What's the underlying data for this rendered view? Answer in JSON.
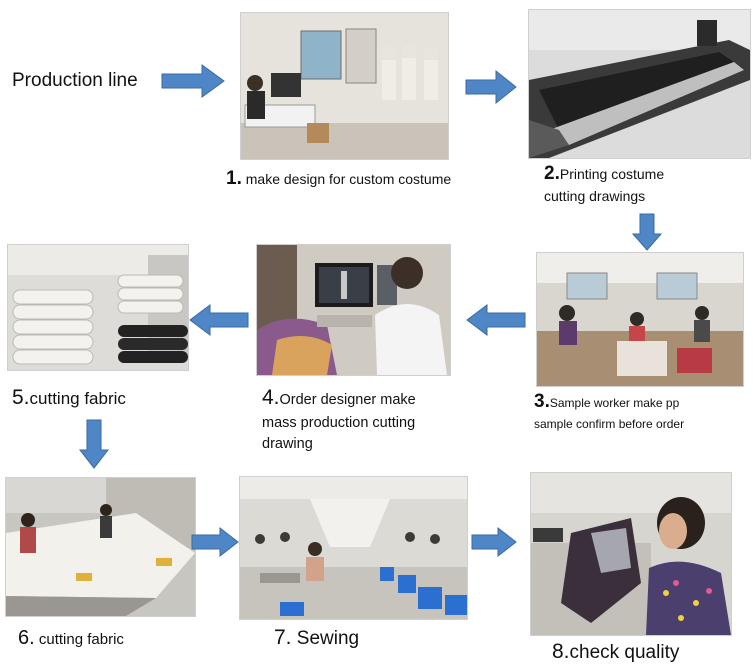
{
  "title": "Production line",
  "colors": {
    "arrow_fill": "#4f86c6",
    "arrow_stroke": "#3a6aa6"
  },
  "steps": [
    {
      "num": "1.",
      "lines": [
        "make design for custom costume"
      ],
      "photo": "design-office-photo"
    },
    {
      "num": "2.",
      "lines": [
        "Printing costume",
        "cutting drawings"
      ],
      "photo": "plotter-printer-photo"
    },
    {
      "num": "3.",
      "lines": [
        "Sample worker make pp",
        "sample confirm before order"
      ],
      "photo": "sample-workshop-photo"
    },
    {
      "num": "4.",
      "lines": [
        "Order designer make",
        "mass production cutting",
        "drawing"
      ],
      "photo": "cad-designer-photo"
    },
    {
      "num": "5.",
      "lines": [
        "cutting fabric"
      ],
      "photo": "fabric-rolls-photo"
    },
    {
      "num": "6.",
      "lines": [
        "cutting fabric"
      ],
      "photo": "cutting-table-photo"
    },
    {
      "num": "7.",
      "lines": [
        "Sewing"
      ],
      "photo": "sewing-floor-photo"
    },
    {
      "num": "8.",
      "lines": [
        "check quality"
      ],
      "photo": "quality-check-photo"
    }
  ]
}
